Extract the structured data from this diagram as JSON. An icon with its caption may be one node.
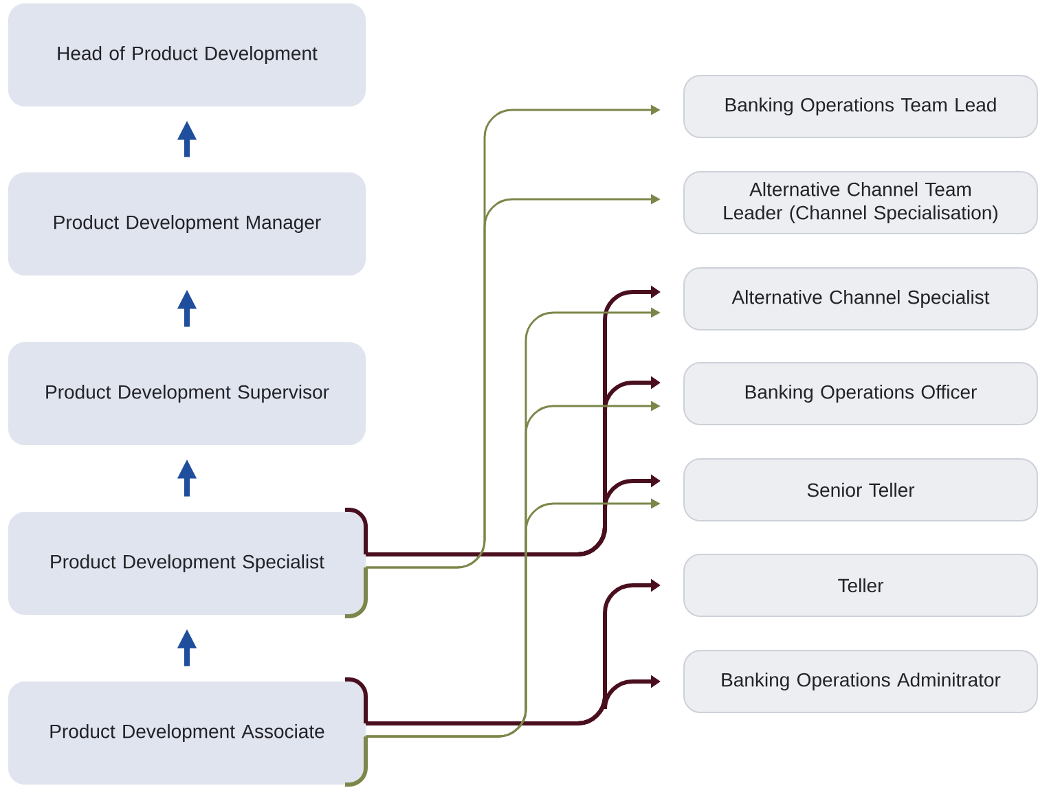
{
  "diagram": {
    "nodes": [
      {
        "text": [
          "Head of Product Development"
        ]
      },
      {
        "text": [
          "Product Development Manager"
        ]
      },
      {
        "text": [
          "Product Development Supervisor"
        ]
      },
      {
        "text": [
          "Product Development Specialist"
        ]
      },
      {
        "text": [
          "Product Development Associate"
        ]
      },
      {
        "text": [
          "Banking Operations Team Lead"
        ]
      },
      {
        "text": [
          "Alternative Channel Team Leader (Channel Specialisation)"
        ]
      },
      {
        "text": [
          "Alternative Channel Specialist"
        ]
      },
      {
        "text": [
          "Banking Operations Officer"
        ]
      },
      {
        "text": [
          "Senior Teller"
        ]
      },
      {
        "text": [
          "Teller"
        ]
      },
      {
        "text": [
          "Banking Operations Adminitrator"
        ]
      }
    ],
    "edges": [
      {
        "from": 1,
        "to": 0,
        "arrow": "to",
        "color": "#1f4e9c"
      },
      {
        "from": 2,
        "to": 1,
        "arrow": "to",
        "color": "#1f4e9c"
      },
      {
        "from": 3,
        "to": 2,
        "arrow": "to",
        "color": "#1f4e9c"
      },
      {
        "from": 4,
        "to": 3,
        "arrow": "to",
        "color": "#1f4e9c"
      },
      {
        "from": 3,
        "to": 7,
        "arrow": "to",
        "color": "#4a0f1e"
      },
      {
        "from": 3,
        "to": 8,
        "arrow": "to",
        "color": "#4a0f1e"
      },
      {
        "from": 3,
        "to": 9,
        "arrow": "to",
        "color": "#4a0f1e"
      },
      {
        "from": 3,
        "to": 5,
        "arrow": "to",
        "color": "#7b874a"
      },
      {
        "from": 3,
        "to": 6,
        "arrow": "to",
        "color": "#7b874a"
      },
      {
        "from": 4,
        "to": 10,
        "arrow": "to",
        "color": "#4a0f1e"
      },
      {
        "from": 4,
        "to": 11,
        "arrow": "to",
        "color": "#4a0f1e"
      },
      {
        "from": 4,
        "to": 7,
        "arrow": "to",
        "color": "#7b874a"
      },
      {
        "from": 4,
        "to": 8,
        "arrow": "to",
        "color": "#7b874a"
      },
      {
        "from": 4,
        "to": 9,
        "arrow": "to",
        "color": "#7b874a"
      }
    ]
  }
}
